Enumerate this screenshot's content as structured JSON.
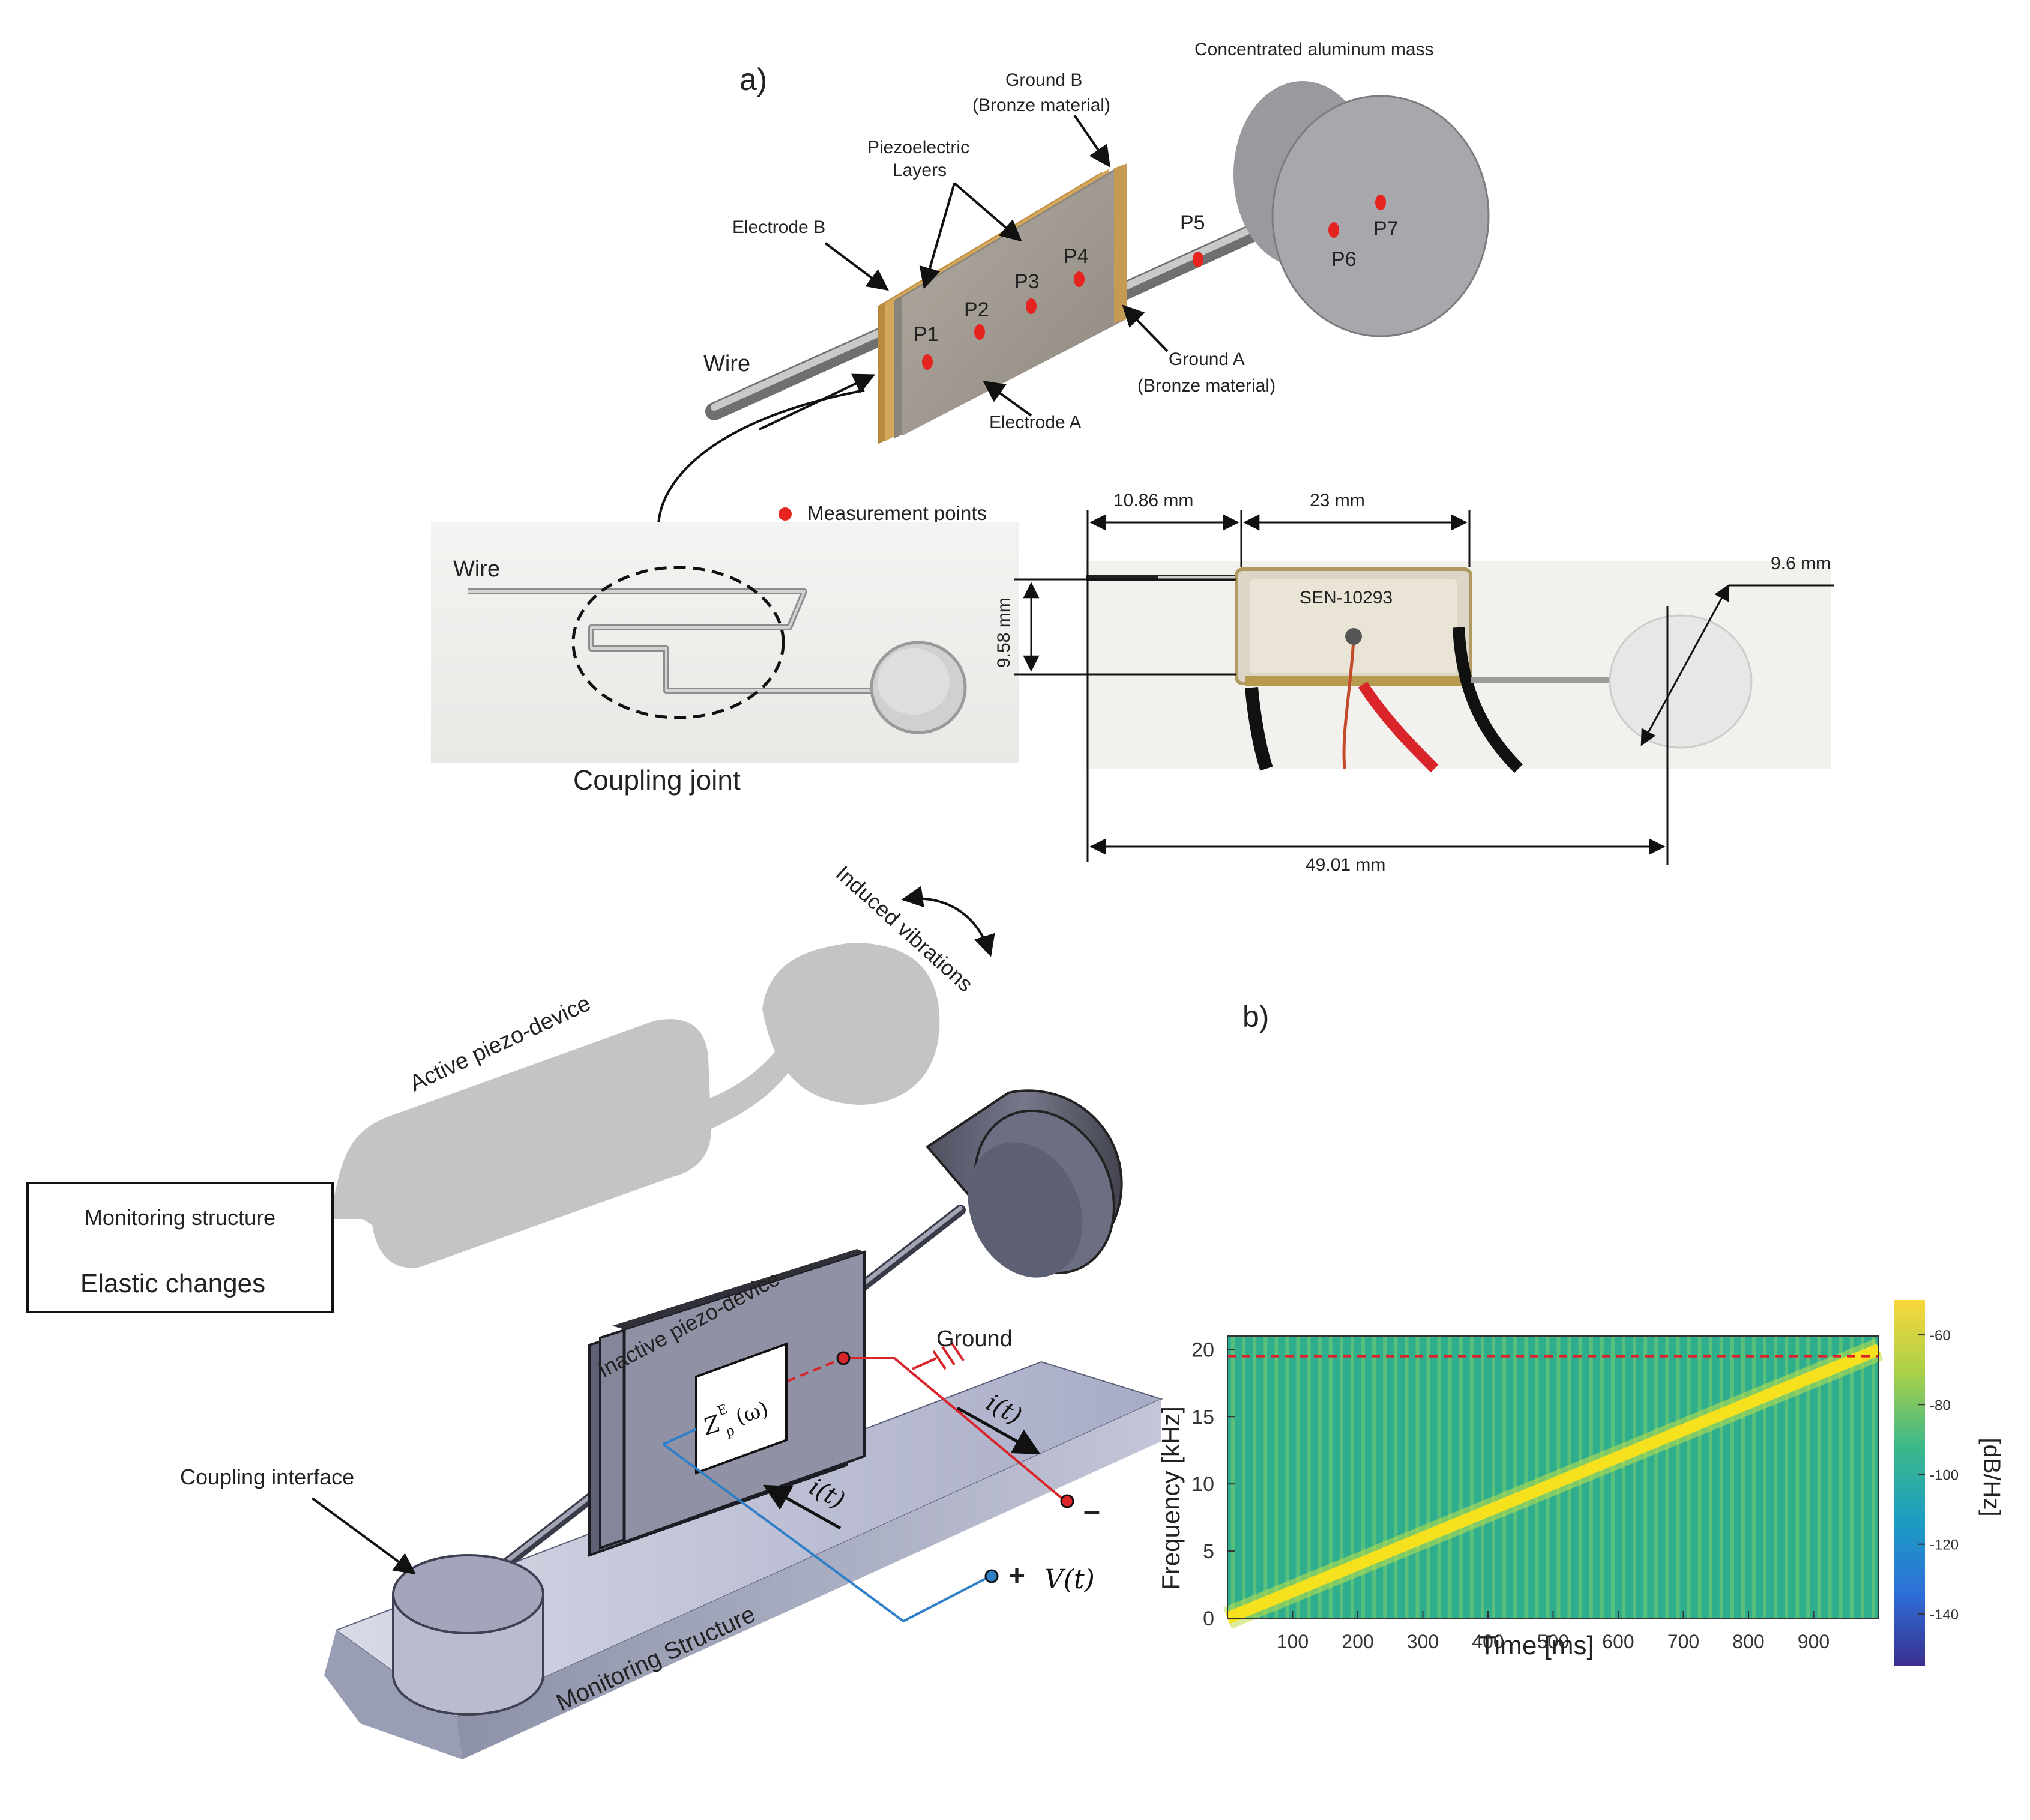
{
  "panel_a": {
    "panel_label": "a)",
    "mass_label": "Concentrated aluminum mass",
    "ground_b_label": "Ground B",
    "ground_b_material": "(Bronze material)",
    "piezo_layers_label_1": "Piezoelectric",
    "piezo_layers_label_2": "Layers",
    "electrode_b_label": "Electrode B",
    "electrode_a_label": "Electrode A",
    "ground_a_label": "Ground A",
    "ground_a_material": "(Bronze material)",
    "wire_label": "Wire",
    "points": [
      "P1",
      "P2",
      "P3",
      "P4",
      "P5",
      "P6",
      "P7"
    ],
    "legend_label": "Measurement points",
    "photo_wire_label": "Wire",
    "coupling_joint_label": "Coupling joint",
    "dim_1": "10.86 mm",
    "dim_2": "23 mm",
    "dim_height": "9.58 mm",
    "dim_diameter": "9.6 mm",
    "dim_total": "49.01 mm",
    "sensor_part": "SEN-10293"
  },
  "panel_bottom": {
    "induced_label": "Induced vibrations",
    "active_label": "Active piezo-device",
    "monitoring_box_line1": "Monitoring structure",
    "monitoring_box_line2": "Elastic changes",
    "inactive_label": "Inactive piezo-device",
    "ground_label": "Ground",
    "impedance_label": "Z",
    "impedance_sup": "E",
    "impedance_sub": "p",
    "impedance_arg": "(ω)",
    "current_label_1": "i(t)",
    "current_label_2": "i(t)",
    "minus_label": "–",
    "plus_label": "+",
    "voltage_label": "V(t)",
    "coupling_interface_label": "Coupling interface",
    "structure_label": "Monitoring Structure"
  },
  "panel_b": {
    "panel_label": "b)",
    "colors": {
      "chirp": "#f5e11e",
      "background": "#2fae8e",
      "stripe": "#7ccf6d",
      "threshold": "#e0202a"
    }
  },
  "chart_data": {
    "type": "heatmap",
    "title": "",
    "xlabel": "Time [ms]",
    "ylabel": "Frequency [kHz]",
    "colorbar_label": "[dB/Hz]",
    "xlim": [
      0,
      1000
    ],
    "ylim": [
      0,
      21
    ],
    "xticks": [
      100,
      200,
      300,
      400,
      500,
      600,
      700,
      800,
      900
    ],
    "yticks": [
      0,
      5,
      10,
      15,
      20
    ],
    "colorbar_ticks": [
      -60,
      -80,
      -100,
      -120,
      -140
    ],
    "colorbar_range": [
      -155,
      -50
    ],
    "chirp": {
      "start": {
        "time_ms": 0,
        "freq_khz": 0
      },
      "end": {
        "time_ms": 1000,
        "freq_khz": 20
      }
    },
    "threshold_freq_khz": 19.5
  }
}
